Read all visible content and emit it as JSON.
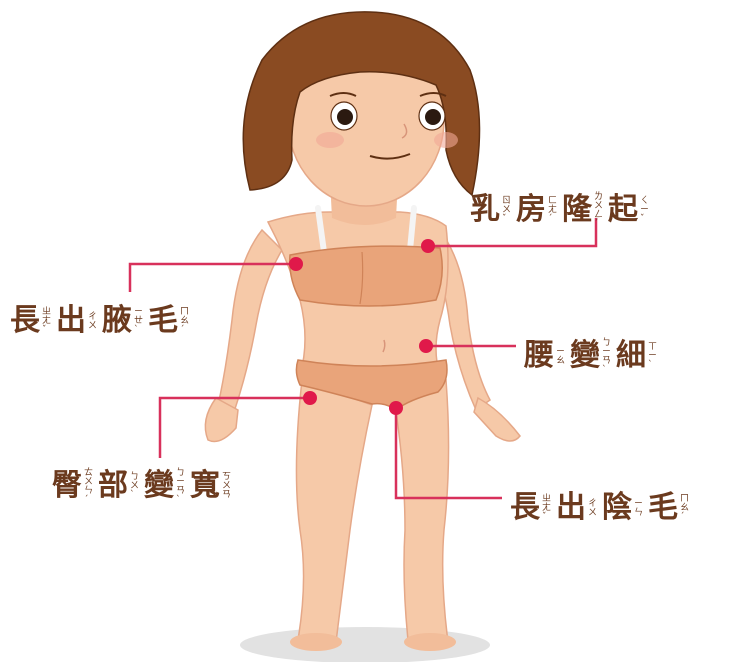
{
  "colors": {
    "skin": "#f6c9a8",
    "skin_shadow": "#eaa987",
    "hair": "#8a4b22",
    "hair_dark": "#5e2f12",
    "underwear": "#e9a47a",
    "underwear_dark": "#cf8358",
    "strap": "#f4f4f4",
    "line": "#d8315b",
    "dot": "#e0194a",
    "label_text": "#6b3a1e"
  },
  "labels": {
    "breast": {
      "text": "乳房隆起",
      "zhuyin": [
        "ㄖㄨˇ",
        "ㄈㄤˊ",
        "ㄌㄨㄥˊ",
        "ㄑㄧˇ"
      ]
    },
    "armpit": {
      "text": "長出腋毛",
      "zhuyin": [
        "ㄓㄤˇ",
        "ㄔㄨ",
        "ㄧㄝˋ",
        "ㄇㄠˊ"
      ]
    },
    "waist": {
      "text": "腰變細",
      "zhuyin": [
        "ㄧㄠ",
        "ㄅㄧㄢˋ",
        "ㄒㄧˋ"
      ]
    },
    "hips": {
      "text": "臀部變寬",
      "zhuyin": [
        "ㄊㄨㄣˊ",
        "ㄅㄨˋ",
        "ㄅㄧㄢˋ",
        "ㄎㄨㄢ"
      ]
    },
    "pubic": {
      "text": "長出陰毛",
      "zhuyin": [
        "ㄓㄤˇ",
        "ㄔㄨ",
        "ㄧㄣ",
        "ㄇㄠˊ"
      ]
    }
  }
}
